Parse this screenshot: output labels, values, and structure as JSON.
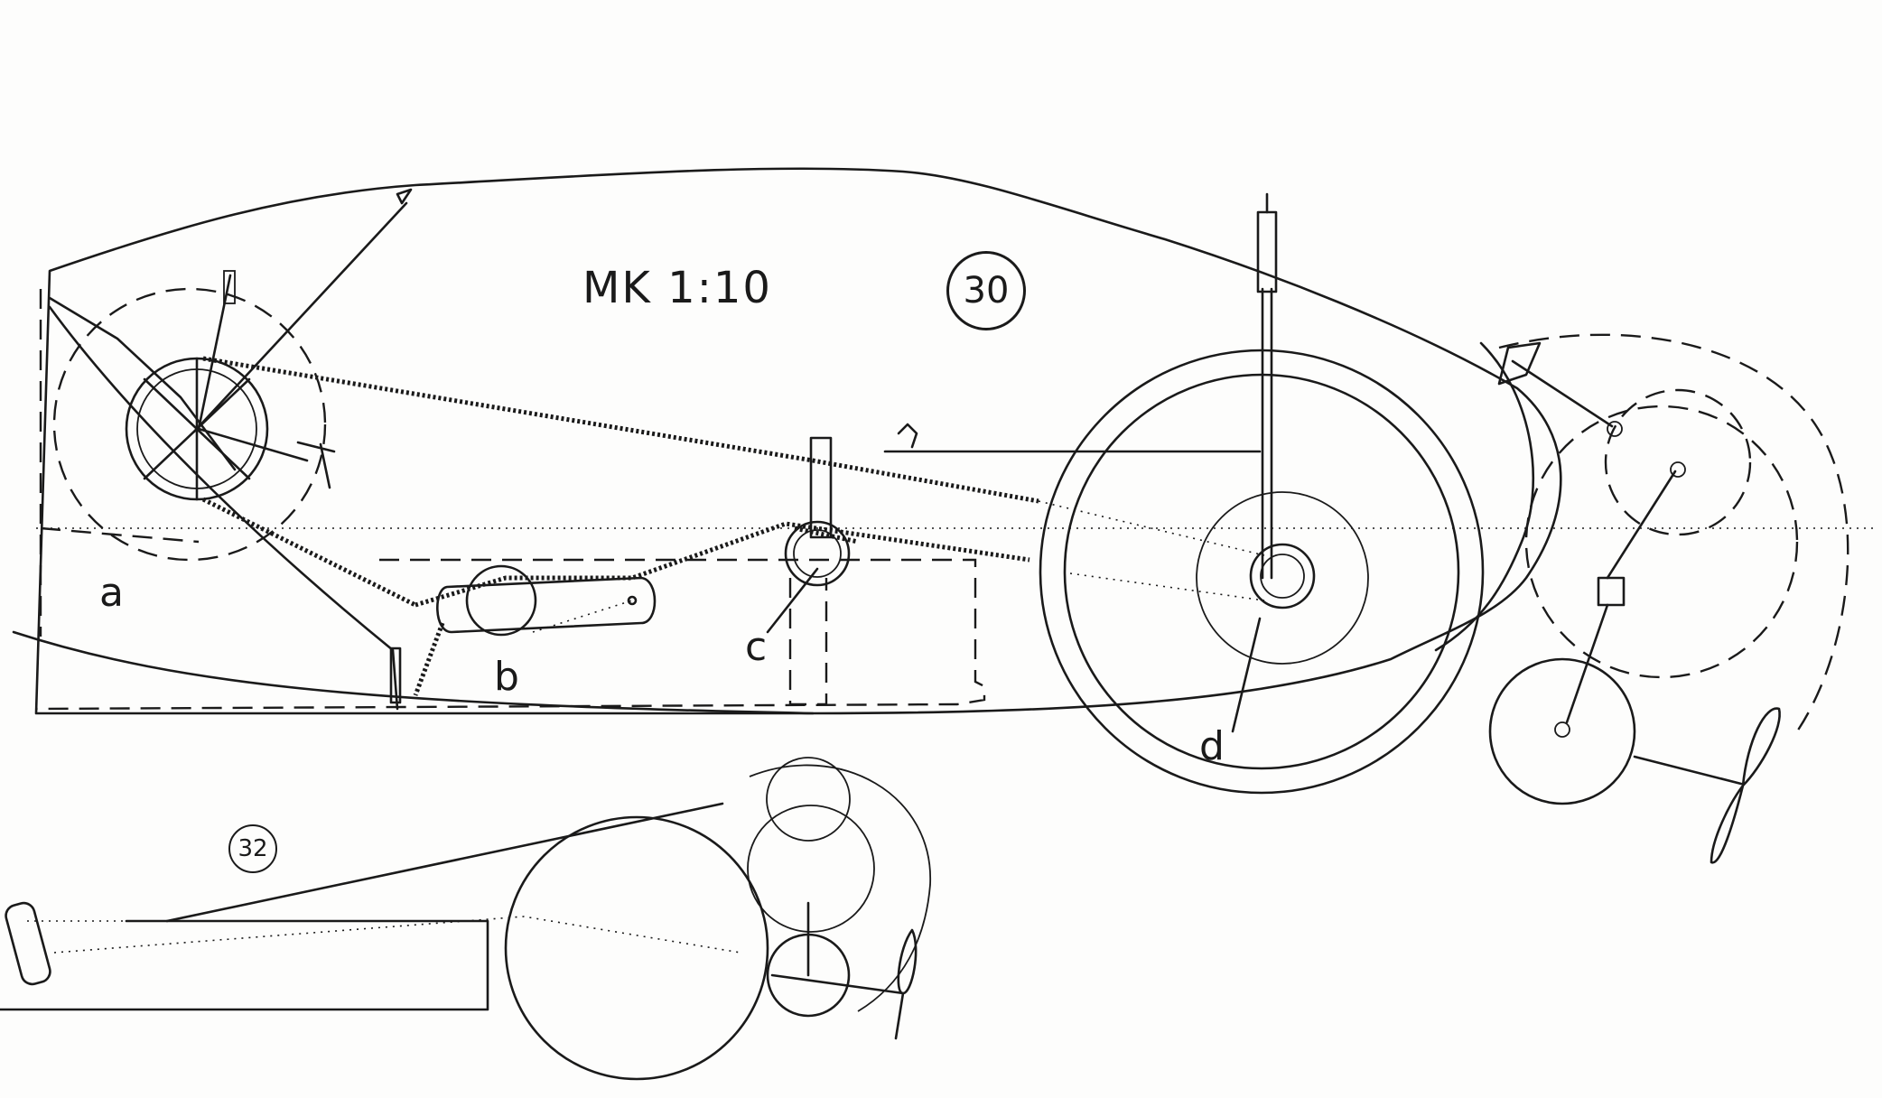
{
  "diagram": {
    "scale_text": "MK 1:10",
    "figure_30": "30",
    "figure_32": "32",
    "labels": {
      "a": "a",
      "b": "b",
      "c": "c",
      "d": "d"
    },
    "ink_color": "#1a1a1a",
    "paper_color": "#fdfdfc"
  }
}
